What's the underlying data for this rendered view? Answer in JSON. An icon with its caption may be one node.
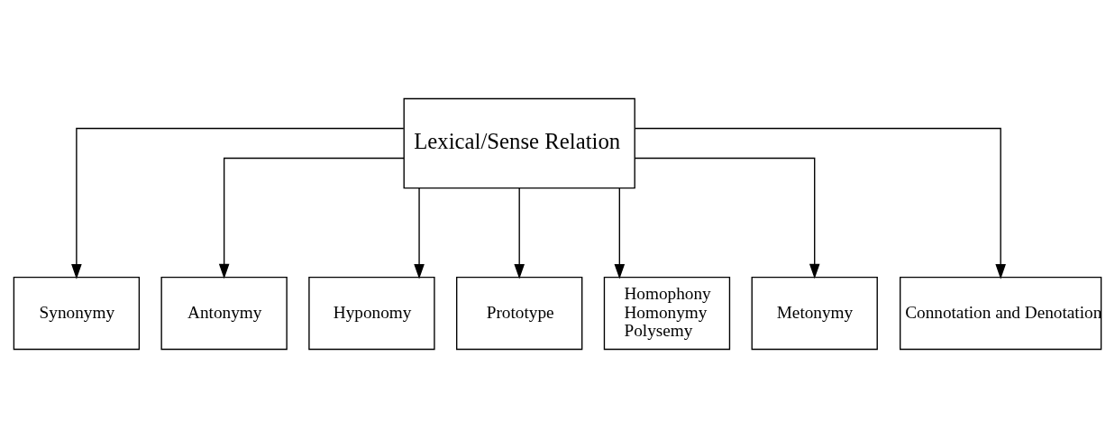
{
  "diagram": {
    "nodes": [
      {
        "text": [
          "Lexical/Sense Relation"
        ]
      },
      {
        "text": [
          "Synonymy"
        ]
      },
      {
        "text": [
          "Antonymy"
        ]
      },
      {
        "text": [
          "Hyponomy"
        ]
      },
      {
        "text": [
          "Prototype"
        ]
      },
      {
        "text": [
          "Homophony",
          "Homonymy",
          "Polysemy"
        ]
      },
      {
        "text": [
          "Metonymy"
        ]
      },
      {
        "text": [
          "Connotation and Denotation"
        ]
      }
    ],
    "edges": [
      {
        "from": 0,
        "to": 1,
        "arrow": "to"
      },
      {
        "from": 0,
        "to": 2,
        "arrow": "to"
      },
      {
        "from": 0,
        "to": 3,
        "arrow": "to"
      },
      {
        "from": 0,
        "to": 4,
        "arrow": "to"
      },
      {
        "from": 0,
        "to": 5,
        "arrow": "to"
      },
      {
        "from": 0,
        "to": 6,
        "arrow": "to"
      },
      {
        "from": 0,
        "to": 7,
        "arrow": "to"
      }
    ]
  }
}
